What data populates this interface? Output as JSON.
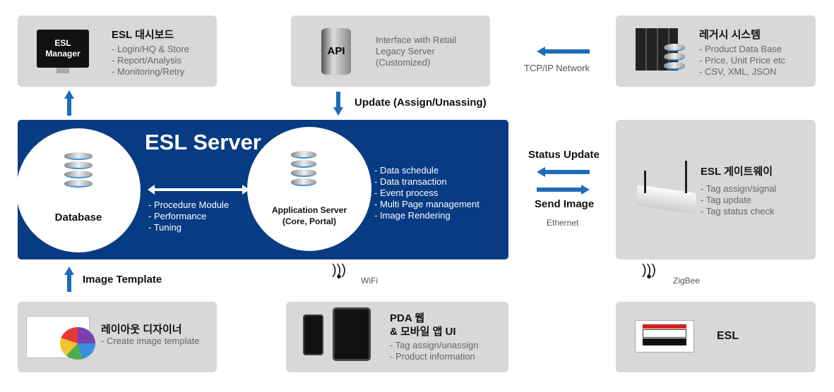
{
  "dashboard": {
    "title": "ESL 대시보드",
    "monitor_text": [
      "ESL",
      "Manager"
    ],
    "items": [
      "- Login/HQ & Store",
      "- Report/Analysis",
      "- Monitoring/Retry"
    ]
  },
  "api": {
    "icon_label": "API",
    "lines": [
      "Interface with Retail",
      "Legacy Server",
      "(Customized)"
    ]
  },
  "legacy": {
    "title": "레거시 시스템",
    "items": [
      "- Product Data Base",
      "- Price, Unit Price etc",
      "- CSV, XML, JSON"
    ]
  },
  "links": {
    "tcpip": "TCP/IP Network",
    "update": "Update (Assign/Unassing)",
    "status_update": "Status Update",
    "send_image": "Send Image",
    "ethernet": "Ethernet",
    "image_template": "Image Template",
    "wifi": "WiFi",
    "zigbee": "ZigBee"
  },
  "server": {
    "title": "ESL Server",
    "database": "Database",
    "db_items": [
      "- Procedure Module",
      "- Performance",
      "- Tuning"
    ],
    "app_server": [
      "Application Server",
      "(Core, Portal)"
    ],
    "app_items": [
      "- Data schedule",
      "- Data transaction",
      "- Event process",
      "- Multi Page management",
      "- Image Rendering"
    ]
  },
  "gateway": {
    "title": "ESL 게이트웨이",
    "items": [
      "- Tag assign/signal",
      "- Tag update",
      "- Tag status check"
    ]
  },
  "designer": {
    "title": "레이아웃 디자이너",
    "items": [
      "- Create image template"
    ]
  },
  "pda": {
    "title": [
      "PDA 웹",
      "& 모바일 앱 UI"
    ],
    "items": [
      "- Tag assign/unassign",
      "- Product information"
    ]
  },
  "esl": {
    "title": "ESL"
  },
  "colors": {
    "server": "#073b83",
    "arrow": "#1f6bb5",
    "box": "#d8d8d8"
  }
}
